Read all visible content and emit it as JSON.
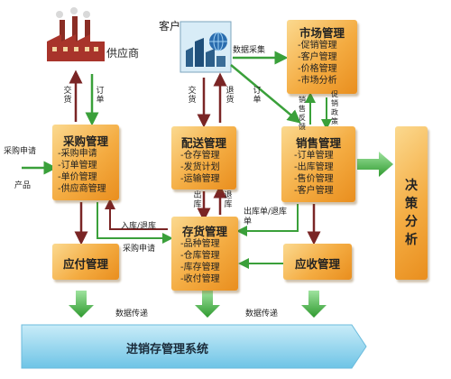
{
  "nodes": {
    "supplier": "供应商",
    "customer": "客户",
    "market": {
      "title": "市场管理",
      "items": [
        "-促销管理",
        "-客户管理",
        "-价格管理",
        "-市场分析"
      ]
    },
    "purchase": {
      "title": "采购管理",
      "items": [
        "-采购申请",
        "-订单管理",
        "-单价管理",
        "-供应商管理"
      ]
    },
    "delivery": {
      "title": "配送管理",
      "items": [
        "-仓存管理",
        "-发货计划",
        "-运输管理"
      ]
    },
    "sales": {
      "title": "销售管理",
      "items": [
        "-订单管理",
        "-出库管理",
        "-售价管理",
        "-客户管理"
      ]
    },
    "inventory": {
      "title": "存货管理",
      "items": [
        "-品种管理",
        "-仓库管理",
        "-库存管理",
        "-收付管理"
      ]
    },
    "payable": {
      "title": "应付管理"
    },
    "receivable": {
      "title": "应收管理"
    },
    "decision": {
      "title": "决策分析"
    },
    "system": {
      "title": "进销存管理系统"
    }
  },
  "labels": {
    "data_collect": "数据采集",
    "jiaohuo_1": "交货",
    "dingdan_1": "订单",
    "jiaohuo_2": "交货",
    "tuihuo": "退货",
    "dingdan_2": "订单",
    "promo_policy": "促销政策",
    "sales_feedback": "销售反馈",
    "purchase_request": "采购申请",
    "product": "产品",
    "chuku": "出库",
    "tuiku": "退库",
    "in_out_stock": "入库/退库",
    "purchase_request_2": "采购申请",
    "out_order": "出库单/退库单",
    "data_transfer_left": "数据传递",
    "data_transfer_right": "数据传递"
  }
}
